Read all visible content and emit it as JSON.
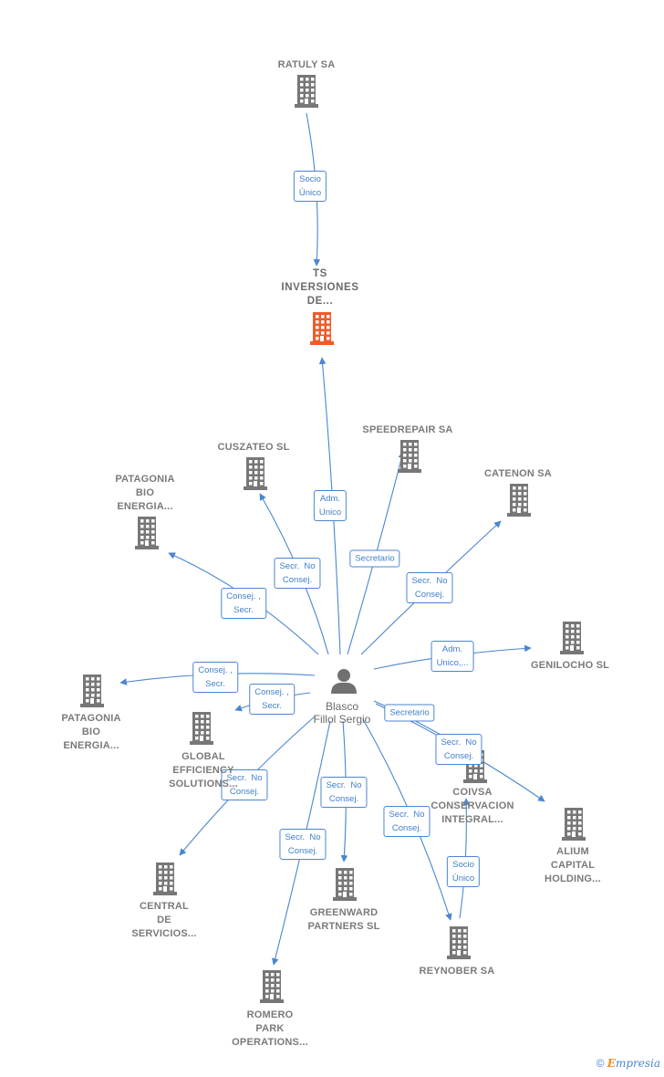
{
  "colors": {
    "edge": "#4a86d0",
    "building": "#777777",
    "main_building": "#f05a28",
    "person": "#707070",
    "label_text": "#7a7a7a"
  },
  "center": {
    "name": "Blasco\nFillol Sergio",
    "icon": "person-icon"
  },
  "nodes": [
    {
      "id": "ratuly",
      "name": "RATULY SA",
      "icon": "building-icon"
    },
    {
      "id": "ts",
      "name": "TS\nINVERSIONES\nDE...",
      "icon": "building-icon",
      "highlight": true
    },
    {
      "id": "speedrepair",
      "name": "SPEEDREPAIR SA",
      "icon": "building-icon"
    },
    {
      "id": "cuszateo",
      "name": "CUSZATEO  SL",
      "icon": "building-icon"
    },
    {
      "id": "catenon",
      "name": "CATENON SA",
      "icon": "building-icon"
    },
    {
      "id": "patagonia1",
      "name": "PATAGONIA\nBIO\nENERGIA...",
      "icon": "building-icon"
    },
    {
      "id": "genilocho",
      "name": "GENILOCHO SL",
      "icon": "building-icon"
    },
    {
      "id": "patagonia2",
      "name": "PATAGONIA\nBIO\nENERGIA...",
      "icon": "building-icon"
    },
    {
      "id": "global",
      "name": "GLOBAL\nEFFICIENCY\nSOLUTIONS...",
      "icon": "building-icon"
    },
    {
      "id": "coivsa",
      "name": "COIVSA\nCONSERVACION\nINTEGRAL...",
      "icon": "building-icon"
    },
    {
      "id": "alium",
      "name": "ALIUM\nCAPITAL\nHOLDING...",
      "icon": "building-icon"
    },
    {
      "id": "central",
      "name": "CENTRAL\nDE\nSERVICIOS...",
      "icon": "building-icon"
    },
    {
      "id": "greenward",
      "name": "GREENWARD\nPARTNERS  SL",
      "icon": "building-icon"
    },
    {
      "id": "reynober",
      "name": "REYNOBER SA",
      "icon": "building-icon"
    },
    {
      "id": "romero",
      "name": "ROMERO\nPARK\nOPERATIONS...",
      "icon": "building-icon"
    }
  ],
  "edges": [
    {
      "from": "ratuly",
      "to": "ts",
      "label": "Socio\nÚnico"
    },
    {
      "from": "center",
      "to": "ts",
      "label": "Adm.\nUnico"
    },
    {
      "from": "center",
      "to": "speedrepair",
      "label": "Secretario"
    },
    {
      "from": "center",
      "to": "cuszateo",
      "label": "Secr.  No\nConsej."
    },
    {
      "from": "center",
      "to": "catenon",
      "label": "Secr.  No\nConsej."
    },
    {
      "from": "center",
      "to": "patagonia1",
      "label": "Consej. ,\nSecr."
    },
    {
      "from": "center",
      "to": "genilocho",
      "label": "Adm.\nUnico,..."
    },
    {
      "from": "center",
      "to": "patagonia2",
      "label": "Consej. ,\nSecr."
    },
    {
      "from": "center",
      "to": "global",
      "label": "Consej. ,\nSecr."
    },
    {
      "from": "center",
      "to": "coivsa",
      "label": "Secretario"
    },
    {
      "from": "center",
      "to": "alium",
      "label": "Secr.  No\nConsej."
    },
    {
      "from": "center",
      "to": "central",
      "label": "Secr.  No\nConsej."
    },
    {
      "from": "center",
      "to": "greenward",
      "label": "Secr.  No\nConsej."
    },
    {
      "from": "center",
      "to": "reynober",
      "label": "Secr.  No\nConsej."
    },
    {
      "from": "reynober",
      "to": "coivsa",
      "label": "Socio\nÚnico"
    },
    {
      "from": "center",
      "to": "romero",
      "label": "Secr.  No\nConsej."
    }
  ],
  "footer": {
    "copyright": "©",
    "brand_first": "E",
    "brand_rest": "mpresia"
  }
}
